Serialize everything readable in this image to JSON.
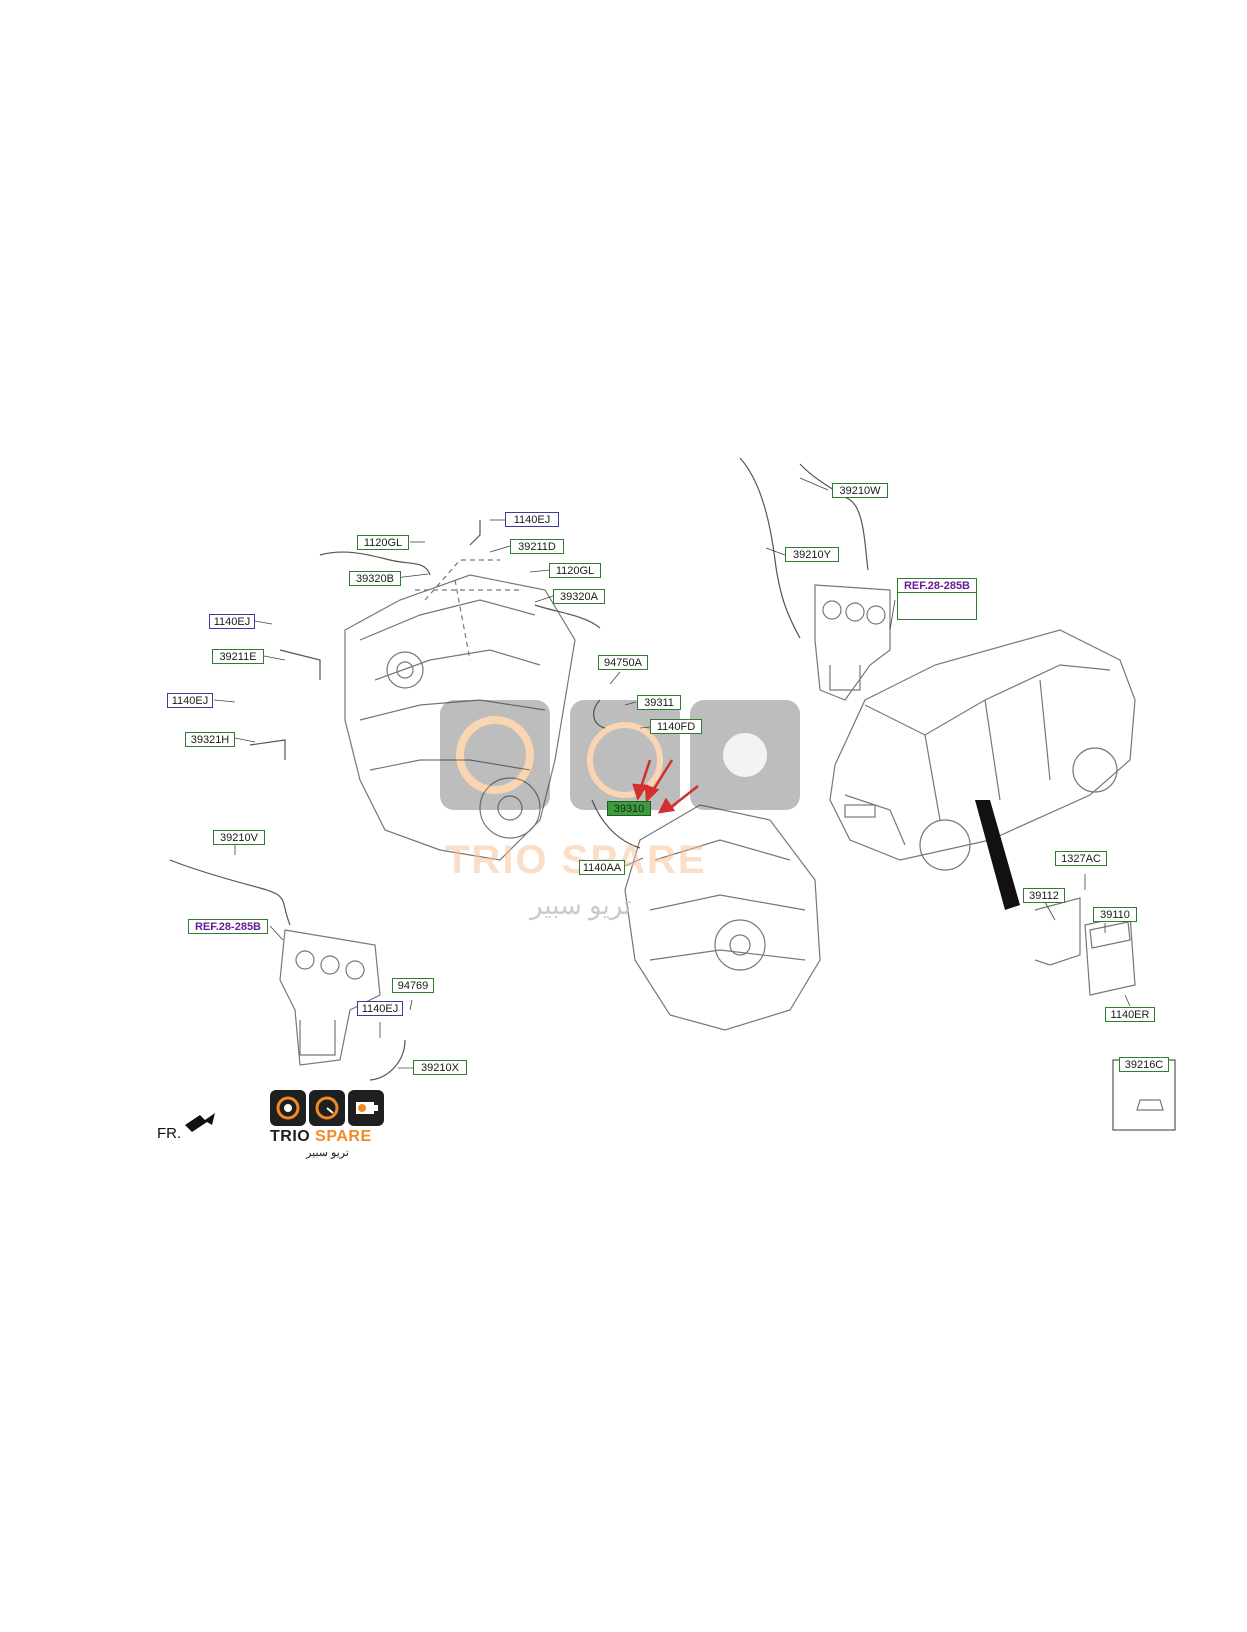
{
  "labels": {
    "l_39210W": "39210W",
    "l_39210Y": "39210Y",
    "l_ref_right": "REF.28-285B",
    "l_1140EJ_top": "1140EJ",
    "l_39211D": "39211D",
    "l_1120GL_left": "1120GL",
    "l_39320B": "39320B",
    "l_1120GL_right": "1120GL",
    "l_39320A": "39320A",
    "l_1140EJ_left1": "1140EJ",
    "l_39211E": "39211E",
    "l_1140EJ_left2": "1140EJ",
    "l_39321H": "39321H",
    "l_94750A": "94750A",
    "l_39311": "39311",
    "l_1140FD": "1140FD",
    "l_39310": "39310",
    "l_1140AA": "1140AA",
    "l_39210V": "39210V",
    "l_ref_left": "REF.28-285B",
    "l_94769": "94769",
    "l_1140EJ_bottom": "1140EJ",
    "l_39210X": "39210X",
    "l_1327AC": "1327AC",
    "l_39112": "39112",
    "l_39110": "39110",
    "l_1140ER": "1140ER",
    "l_39216C": "39216C"
  },
  "front_marker": "FR.",
  "branding": {
    "name_main": "TRIO",
    "name_accent": "SPARE",
    "name_arabic": "تريو سبير"
  },
  "icons": [
    "speaker-icon",
    "speedometer-icon",
    "engine-icon",
    "arrow-icon"
  ],
  "colors": {
    "label_border_green": "#2e7d32",
    "label_border_blue": "#3a3aa0",
    "ref_text": "#6a1b9a",
    "highlight_fill": "#3f9b3f",
    "arrow_red": "#d32f2f",
    "brand_orange": "#f08a24"
  }
}
